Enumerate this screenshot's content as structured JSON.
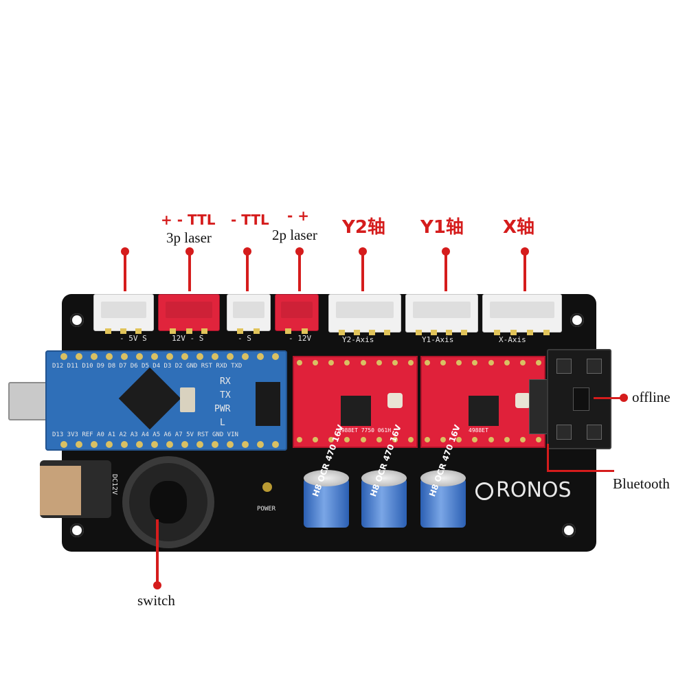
{
  "labels": {
    "laser3p_pins": "+ - TTL",
    "laser3p_name": "3p laser",
    "ttl_pins": "- TTL",
    "laser2p_pins": "- +",
    "laser2p_name": "2p laser",
    "y2_axis": "Y2轴",
    "y1_axis": "Y1轴",
    "x_axis": "X轴",
    "offline": "offline",
    "bluetooth": "Bluetooth",
    "switch": "switch"
  },
  "silkscreen": {
    "conn1": "- 5V  S",
    "conn2": "12V  -  S",
    "conn3": "-  S",
    "conn4": "- 12V",
    "y2": "Y2-Axis",
    "y1": "Y1-Axis",
    "x": "X-Axis",
    "power": "POWER",
    "dc12v": "DC12V",
    "logo": "RONOS"
  },
  "nano": {
    "top_pins": "D12 D11 D10  D9  D8  D7  D6  D5  D4  D3  D2  GND RST RXD TXD",
    "bottom_pins": "D13 3V3 REF A0  A1  A2  A3  A4  A5  A6  A7  5V  RST GND VIN",
    "leds": [
      "RX",
      "TX",
      "PWR",
      "L"
    ]
  },
  "drivers": [
    {
      "chip": "4988ET 7750 061H"
    },
    {
      "chip": "4988ET"
    }
  ],
  "capacitors": [
    {
      "marking": "H8 OCR 470 16V"
    },
    {
      "marking": "H8 OCR 470 16V"
    },
    {
      "marking": "H8 OCR 470 16V"
    }
  ],
  "colors": {
    "annotation_red": "#d51c1c",
    "board_black": "#101010",
    "nano_blue": "#2f6fb8",
    "driver_red": "#e0213a"
  }
}
